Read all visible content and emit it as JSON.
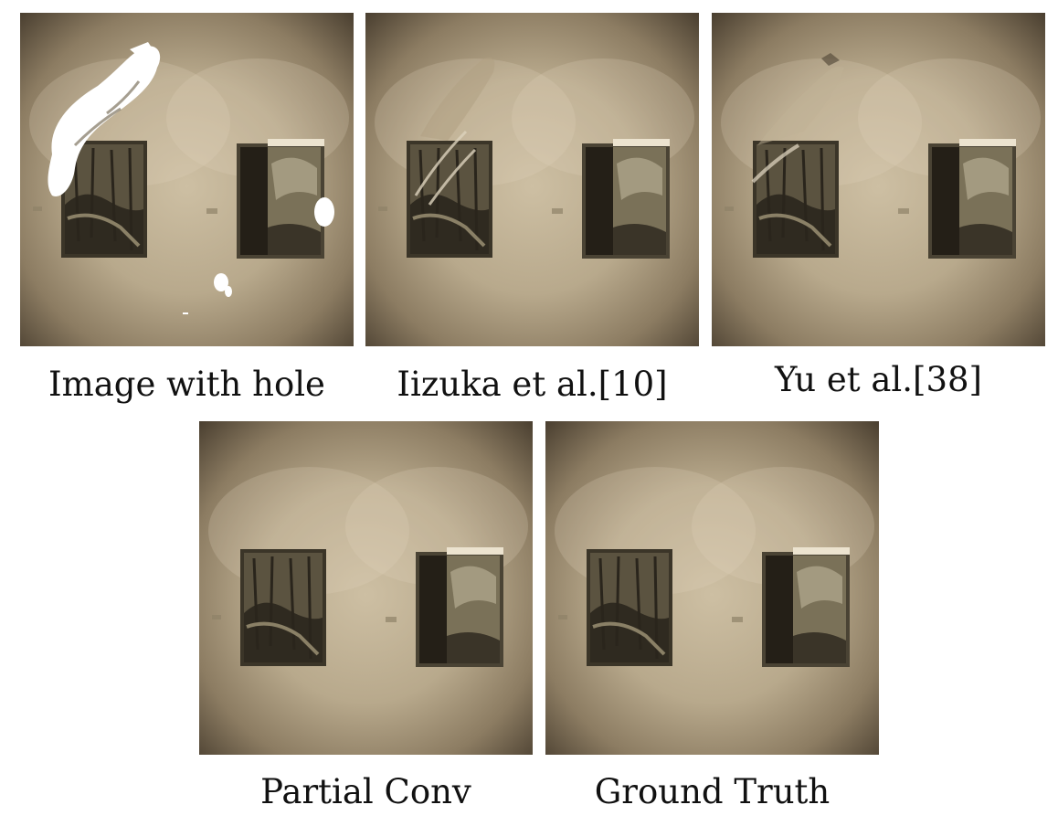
{
  "figure": {
    "panels": [
      {
        "id": "image-with-hole",
        "caption": "Image with hole"
      },
      {
        "id": "iizuka",
        "caption": "Iizuka et al.[10]"
      },
      {
        "id": "yu",
        "caption": "Yu et al.[38]"
      },
      {
        "id": "partial-conv",
        "caption": "Partial Conv"
      },
      {
        "id": "ground-truth",
        "caption": "Ground Truth"
      }
    ]
  }
}
